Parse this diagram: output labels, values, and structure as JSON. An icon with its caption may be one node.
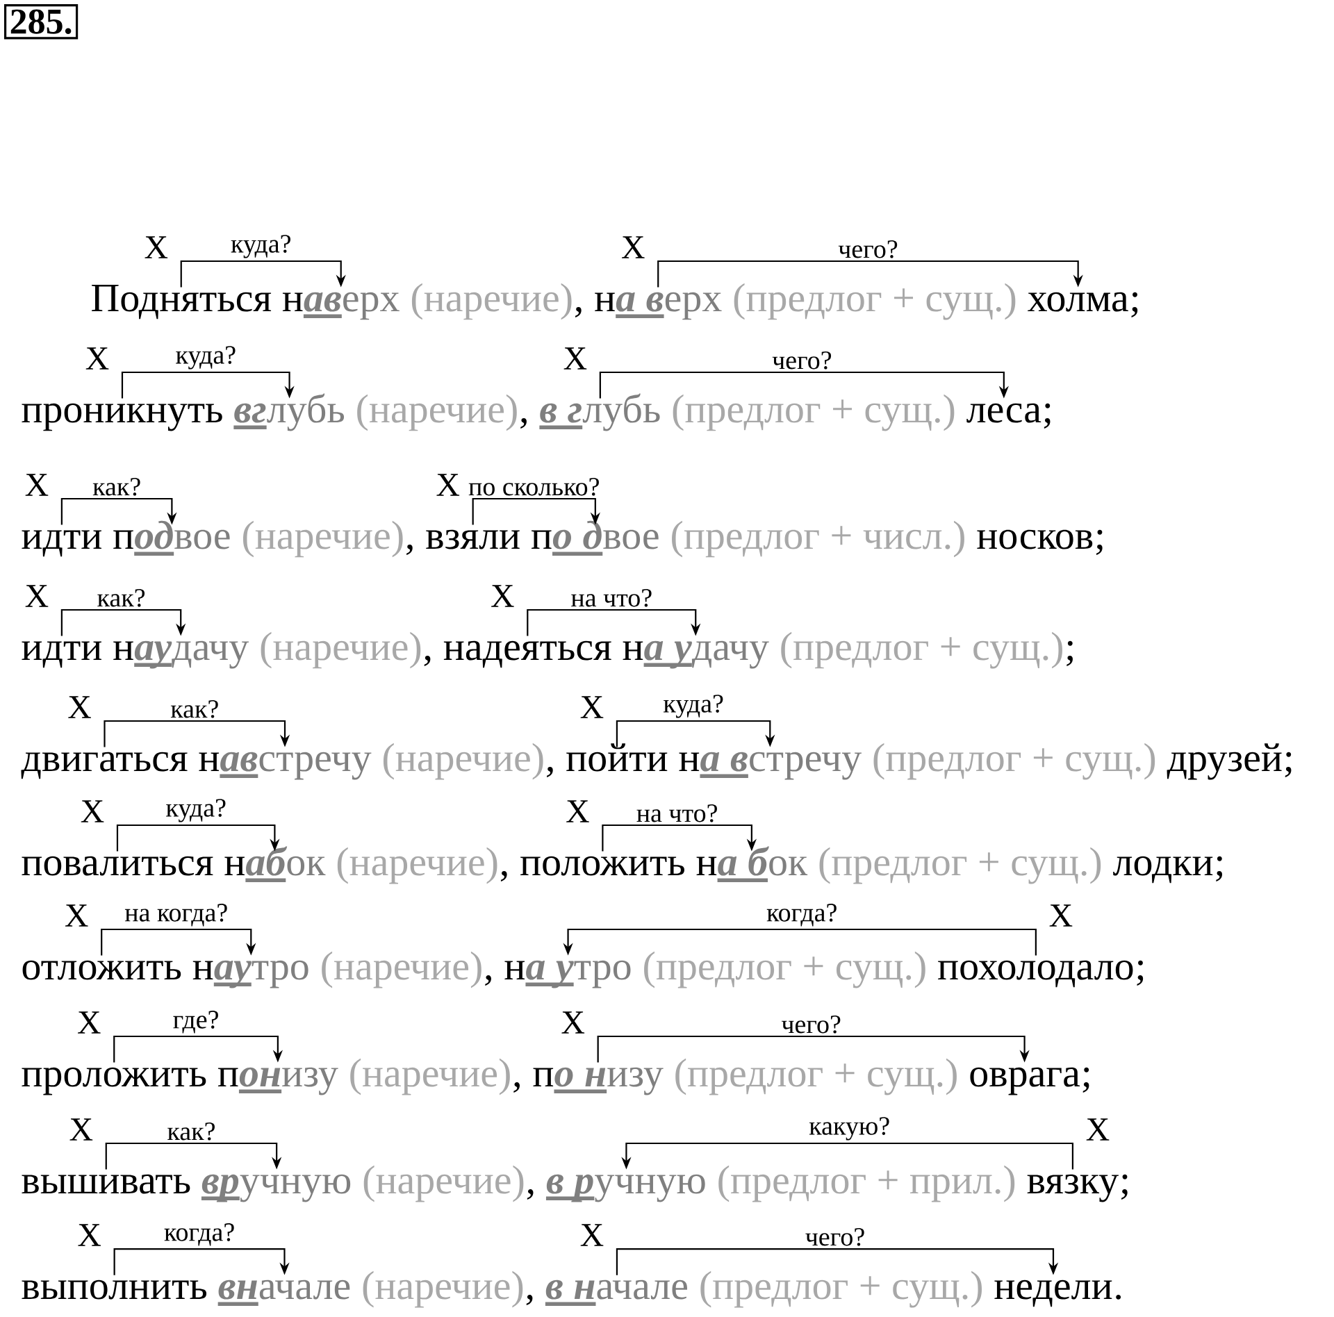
{
  "diagram": {
    "nodes": [
      {
        "text": [
          "Подняться"
        ]
      },
      {
        "text": [
          "н**ав**ерх"
        ]
      },
      {
        "text": [
          "н**а в**ерх"
        ]
      },
      {
        "text": [
          "холма"
        ]
      },
      {
        "text": [
          "проникнуть"
        ]
      },
      {
        "text": [
          "**вг**лубь"
        ]
      },
      {
        "text": [
          "**в г**лубь"
        ]
      },
      {
        "text": [
          "леса"
        ]
      },
      {
        "text": [
          "идти"
        ]
      },
      {
        "text": [
          "п**од**вое"
        ]
      },
      {
        "text": [
          "взяли"
        ]
      },
      {
        "text": [
          "п**о д**вое"
        ]
      },
      {
        "text": [
          "идти"
        ]
      },
      {
        "text": [
          "н**ау**дачу"
        ]
      },
      {
        "text": [
          "надеяться"
        ]
      },
      {
        "text": [
          "н**а у**дачу"
        ]
      },
      {
        "text": [
          "двигаться"
        ]
      },
      {
        "text": [
          "н**ав**стречу"
        ]
      },
      {
        "text": [
          "пойти"
        ]
      },
      {
        "text": [
          "н**а в**стречу"
        ]
      },
      {
        "text": [
          "повалиться"
        ]
      },
      {
        "text": [
          "н**аб**ок"
        ]
      },
      {
        "text": [
          "положить"
        ]
      },
      {
        "text": [
          "н**а б**ок"
        ]
      },
      {
        "text": [
          "отложить"
        ]
      },
      {
        "text": [
          "н**ау**тро"
        ]
      },
      {
        "text": [
          "н**а у**тро"
        ]
      },
      {
        "text": [
          "похолодало"
        ]
      },
      {
        "text": [
          "проложить"
        ]
      },
      {
        "text": [
          "п**он**изу"
        ]
      },
      {
        "text": [
          "п**о н**изу"
        ]
      },
      {
        "text": [
          "оврага"
        ]
      },
      {
        "text": [
          "вышивать"
        ]
      },
      {
        "text": [
          "**вр**учную"
        ]
      },
      {
        "text": [
          "**в р**учную"
        ]
      },
      {
        "text": [
          "вязку"
        ]
      },
      {
        "text": [
          "выполнить"
        ]
      },
      {
        "text": [
          "**вн**ачале"
        ]
      },
      {
        "text": [
          "**в н**ачале"
        ]
      },
      {
        "text": [
          "недели"
        ]
      }
    ],
    "edges": [
      {
        "from": 0,
        "to": 1,
        "arrow": "to",
        "label": "куда?"
      },
      {
        "from": 2,
        "to": 3,
        "arrow": "to",
        "label": "чего?"
      },
      {
        "from": 4,
        "to": 5,
        "arrow": "to",
        "label": "куда?"
      },
      {
        "from": 6,
        "to": 7,
        "arrow": "to",
        "label": "чего?"
      },
      {
        "from": 8,
        "to": 9,
        "arrow": "to",
        "label": "как?"
      },
      {
        "from": 10,
        "to": 11,
        "arrow": "to",
        "label": "по сколько?"
      },
      {
        "from": 12,
        "to": 13,
        "arrow": "to",
        "label": "как?"
      },
      {
        "from": 14,
        "to": 15,
        "arrow": "to",
        "label": "на что?"
      },
      {
        "from": 16,
        "to": 17,
        "arrow": "to",
        "label": "как?"
      },
      {
        "from": 18,
        "to": 19,
        "arrow": "to",
        "label": "куда?"
      },
      {
        "from": 20,
        "to": 21,
        "arrow": "to",
        "label": "куда?"
      },
      {
        "from": 22,
        "to": 23,
        "arrow": "to",
        "label": "на что?"
      },
      {
        "from": 24,
        "to": 25,
        "arrow": "to",
        "label": "на когда?"
      },
      {
        "from": 27,
        "to": 26,
        "arrow": "to",
        "label": "когда?"
      },
      {
        "from": 28,
        "to": 29,
        "arrow": "to",
        "label": "где?"
      },
      {
        "from": 30,
        "to": 31,
        "arrow": "to",
        "label": "чего?"
      },
      {
        "from": 32,
        "to": 33,
        "arrow": "to",
        "label": "как?"
      },
      {
        "from": 35,
        "to": 34,
        "arrow": "to",
        "label": "какую?"
      },
      {
        "from": 36,
        "to": 37,
        "arrow": "to",
        "label": "когда?"
      },
      {
        "from": 38,
        "to": 39,
        "arrow": "to",
        "label": "чего?"
      }
    ],
    "labels": [
      "285.",
      "X",
      "X",
      "(наречие)",
      ",",
      "(предлог + сущ.)",
      ";",
      "X",
      "X",
      "(наречие)",
      ",",
      "(предлог + сущ.)",
      ";",
      "X",
      "X",
      "(наречие)",
      ",",
      "(предлог + числ.)",
      "носков",
      ";",
      "X",
      "X",
      "(наречие)",
      ",",
      "(предлог + сущ.)",
      ";",
      "X",
      "X",
      "(наречие)",
      ",",
      "(предлог + сущ.)",
      "друзей",
      ";",
      "X",
      "X",
      "(наречие)",
      ",",
      "(предлог + сущ.)",
      "лодки",
      ";",
      "X",
      "X",
      "(наречие)",
      ",",
      "(предлог + сущ.)",
      ";",
      "X",
      "X",
      "(наречие)",
      ",",
      "(предлог + сущ.)",
      ";",
      "X",
      "X",
      "(наречие)",
      ",",
      "(предлог + прил.)",
      ";",
      "X",
      "X",
      "(наречие)",
      ",",
      "(предлог + сущ.)",
      "."
    ]
  }
}
